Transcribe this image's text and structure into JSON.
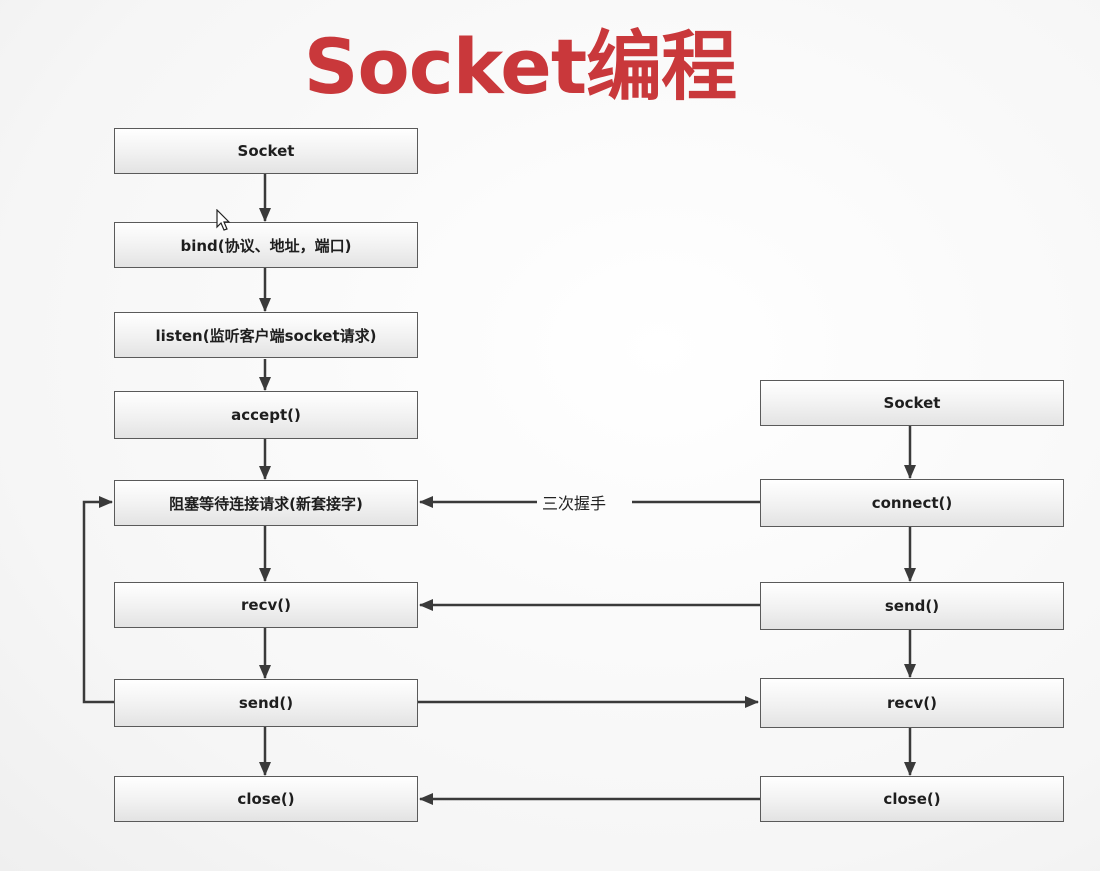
{
  "title": "Socket编程",
  "server": {
    "socket": "Socket",
    "bind": "bind(协议、地址，端口)",
    "listen": "listen(监听客户端socket请求)",
    "accept": "accept()",
    "block": "阻塞等待连接请求(新套接字)",
    "recv": "recv()",
    "send": "send()",
    "close": "close()"
  },
  "client": {
    "socket": "Socket",
    "connect": "connect()",
    "send": "send()",
    "recv": "recv()",
    "close": "close()"
  },
  "handshake_label": "三次握手",
  "colors": {
    "title": "#c9383b",
    "line": "#3a3a3a",
    "box_border": "#5a5a5a"
  }
}
